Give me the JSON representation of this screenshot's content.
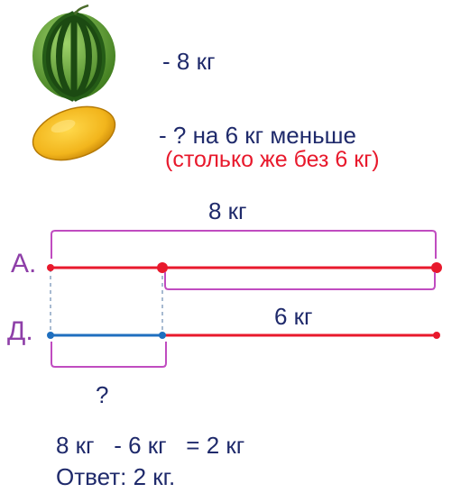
{
  "statements": {
    "watermelon": "- 8 кг",
    "melon": "-  ? на 6 кг  меньше",
    "melon_hint": "(столько же без 6 кг)"
  },
  "diagram": {
    "top_brace_label": "8 кг",
    "row_a_label": "А.",
    "row_d_label": "Д.",
    "lower_brace_label": "6 кг",
    "question_mark": "?"
  },
  "solution": {
    "equation": "8 кг   - 6 кг   = 2 кг",
    "answer": "Ответ: 2 кг."
  },
  "colors": {
    "text": "#1f2a6b",
    "red": "#e8192c",
    "blue": "#1f6fbf",
    "brace": "#c04cc0",
    "row_label": "#8e3fa8"
  },
  "icons": [
    "watermelon-icon",
    "melon-icon"
  ]
}
